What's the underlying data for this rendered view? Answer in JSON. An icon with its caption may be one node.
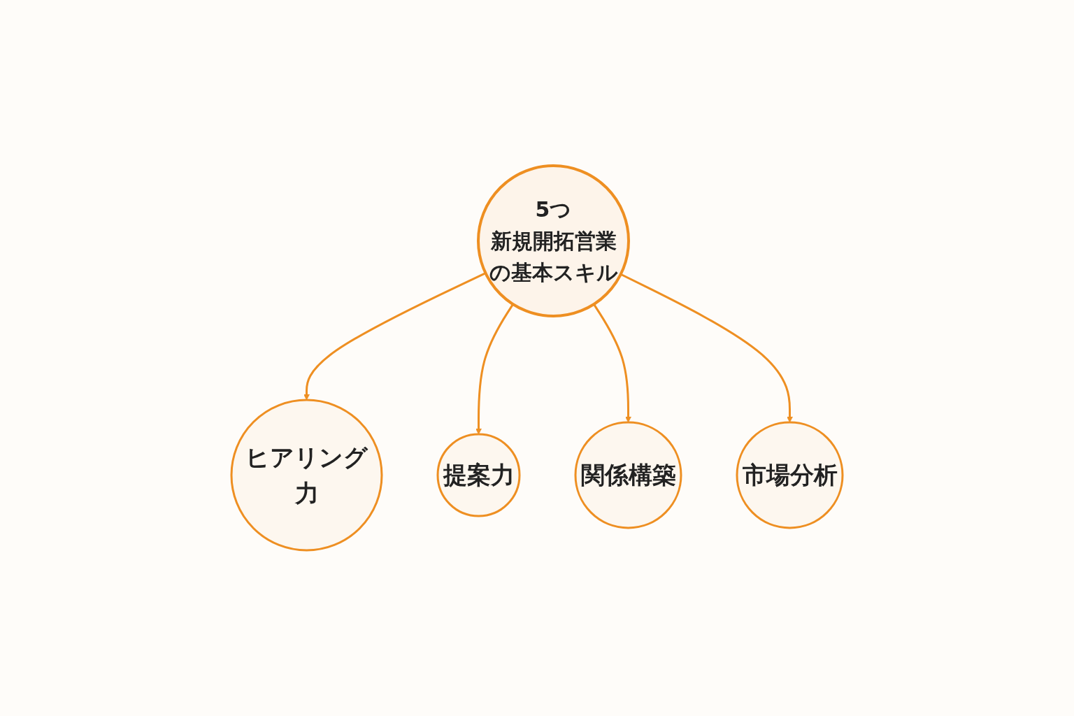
{
  "diagram": {
    "nodes": [
      {
        "text": [
          "5つ",
          "新規開拓営業の基本スキル"
        ]
      },
      {
        "text": [
          "ヒアリング力"
        ]
      },
      {
        "text": [
          "提案力"
        ]
      },
      {
        "text": [
          "関係構築"
        ]
      },
      {
        "text": [
          "市場分析"
        ]
      }
    ],
    "edges": [
      {
        "from": 0,
        "to": 1,
        "arrow": "to"
      },
      {
        "from": 0,
        "to": 2,
        "arrow": "to"
      },
      {
        "from": 0,
        "to": 3,
        "arrow": "to"
      },
      {
        "from": 0,
        "to": 4,
        "arrow": "to"
      }
    ]
  }
}
